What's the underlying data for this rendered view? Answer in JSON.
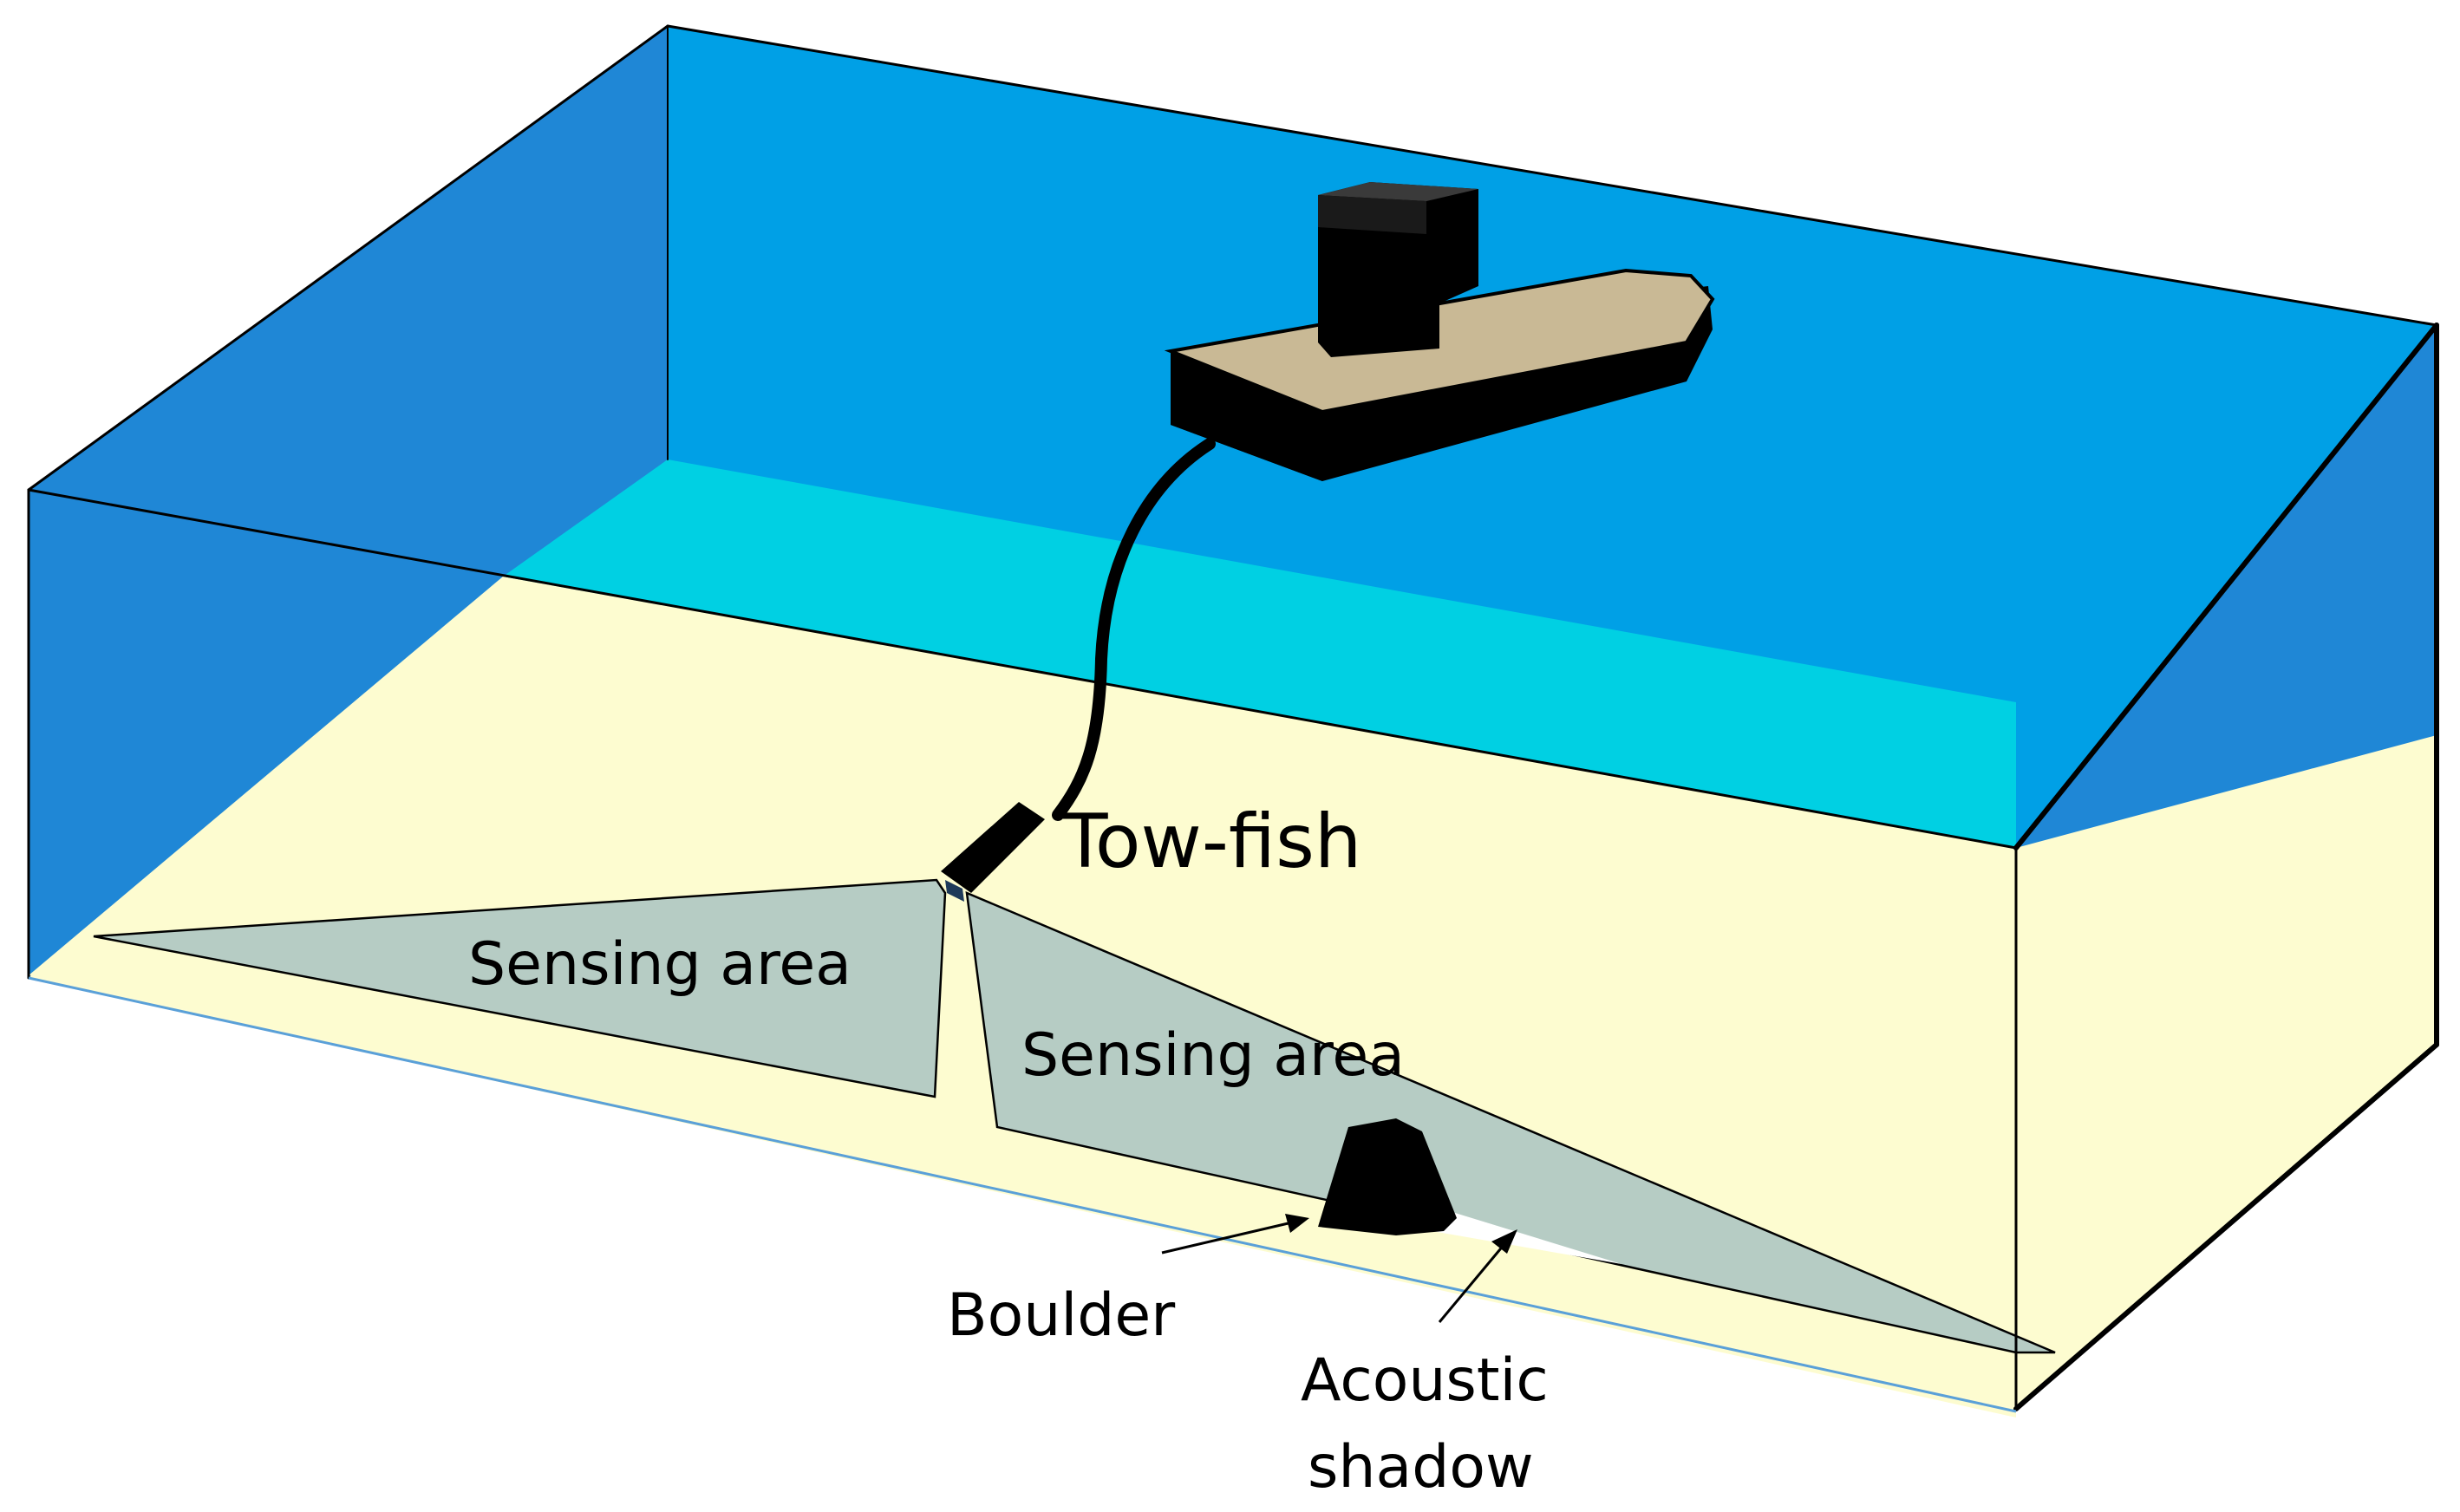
{
  "labels": {
    "towfish": "Tow-fish",
    "sensing_left": "Sensing area",
    "sensing_right": "Sensing area",
    "boulder": "Boulder",
    "shadow_line1": "Acoustic",
    "shadow_line2": "shadow"
  },
  "colors": {
    "water_back": "#00a0e6",
    "water_side": "#1f87d6",
    "water_band": "#00d0e3",
    "seabed": "#fdfcd0",
    "sensing": "#b6ccc4",
    "boat_deck": "#c9b995",
    "outline": "#000000"
  }
}
